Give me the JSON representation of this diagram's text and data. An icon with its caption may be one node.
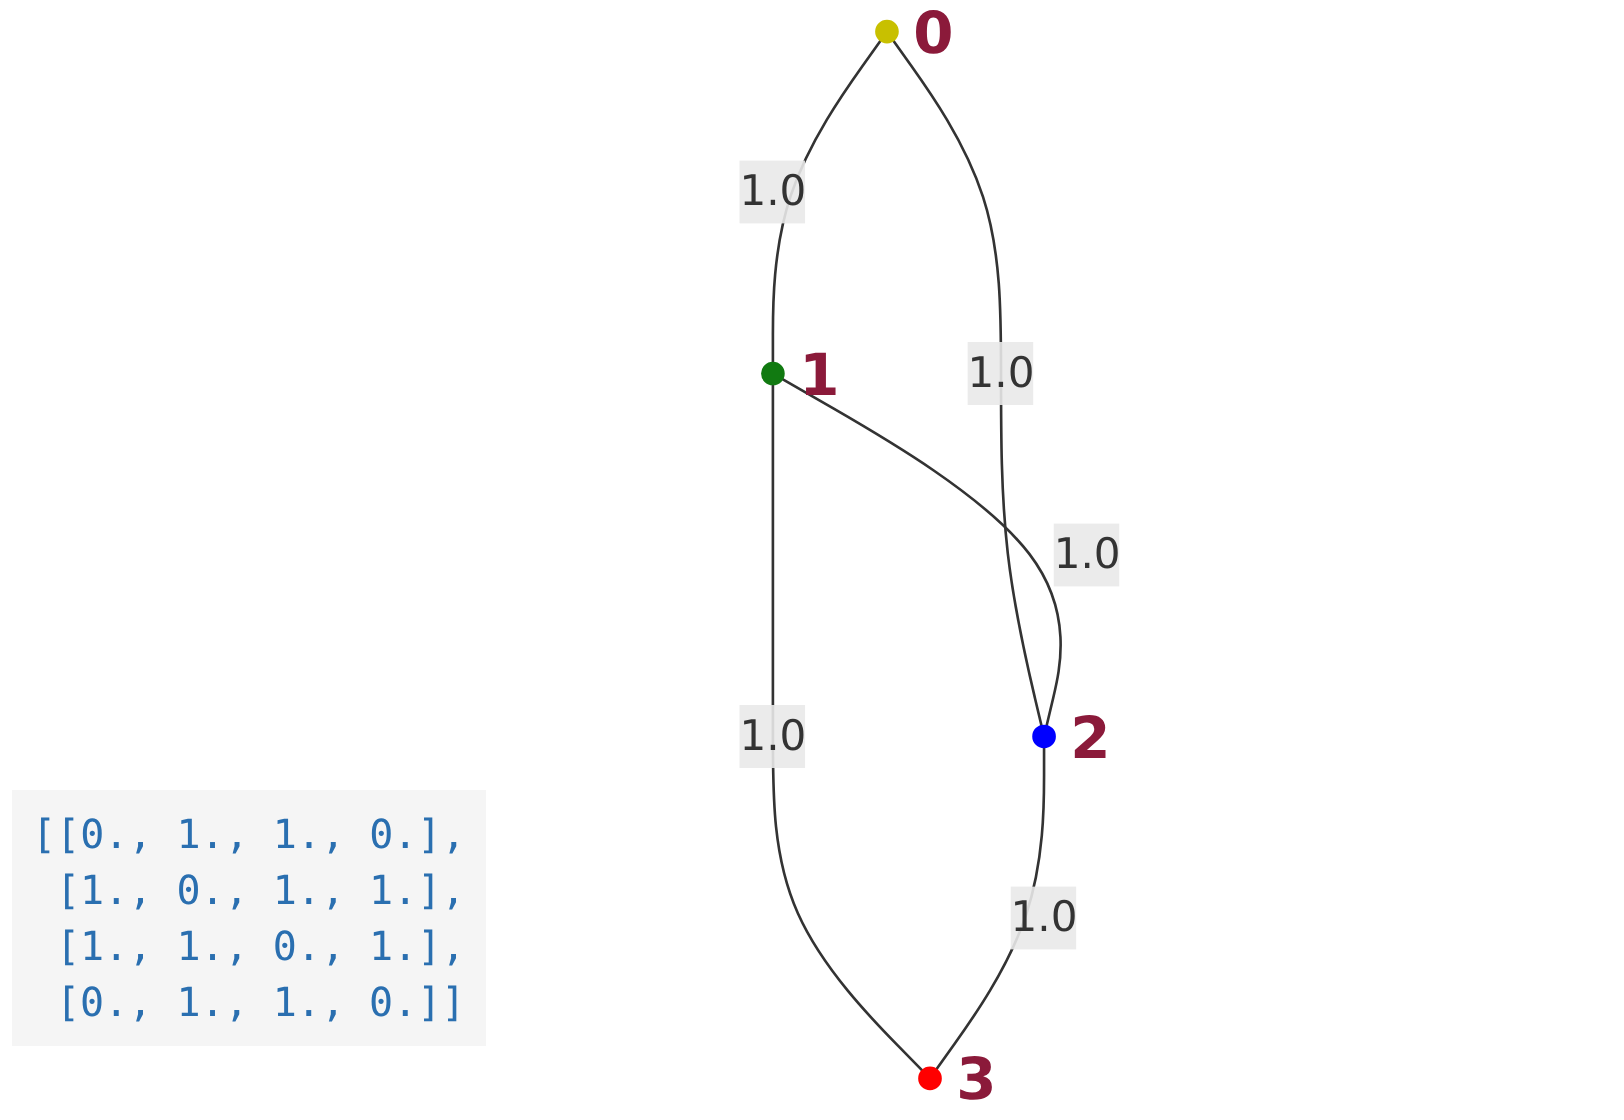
{
  "diagram": {
    "nodes": [
      {
        "text": [],
        "shape": "circle",
        "beside": [
          "0"
        ]
      },
      {
        "text": [],
        "shape": "circle",
        "beside": [
          "1"
        ]
      },
      {
        "text": [],
        "shape": "circle",
        "beside": [
          "2"
        ]
      },
      {
        "text": [],
        "shape": "circle",
        "beside": [
          "3"
        ]
      }
    ],
    "edges": [
      {
        "from": 0,
        "to": 1,
        "arrow": "none",
        "label": "1.0"
      },
      {
        "from": 0,
        "to": 2,
        "arrow": "none",
        "label": "1.0"
      },
      {
        "from": 1,
        "to": 2,
        "arrow": "none",
        "label": "1.0"
      },
      {
        "from": 1,
        "to": 3,
        "arrow": "none",
        "label": "1.0"
      },
      {
        "from": 2,
        "to": 3,
        "arrow": "none",
        "label": "1.0"
      }
    ],
    "labels": [
      "[[0., 1., 1., 0.],",
      "[1., 0., 1., 1.],",
      "[1., 1., 0., 1.],",
      "[0., 1., 1., 0.]]"
    ]
  }
}
